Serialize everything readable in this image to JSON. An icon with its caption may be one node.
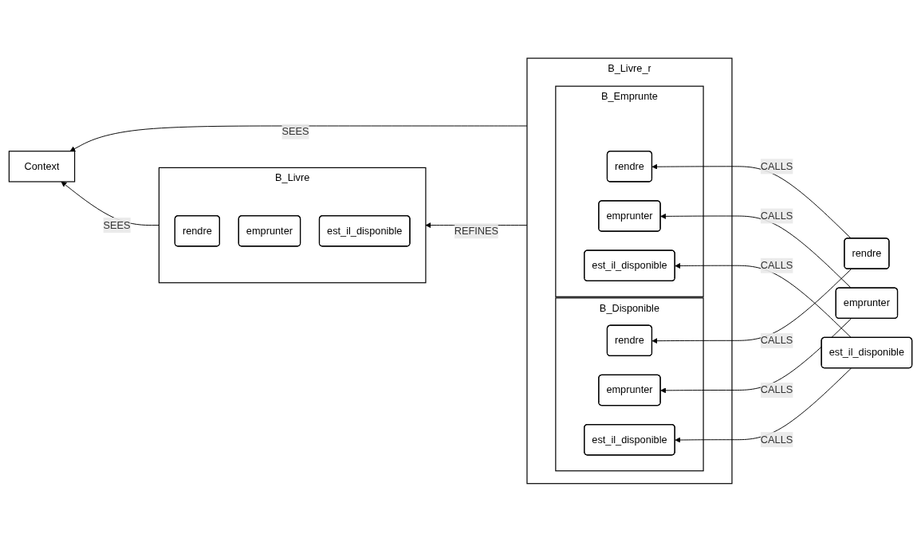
{
  "diagram": {
    "nodes": [
      {
        "text": [
          "Context"
        ]
      },
      {
        "text": [
          "B_Livre_r"
        ]
      },
      {
        "text": [
          "B_Disponible"
        ],
        "in": 1
      },
      {
        "text": [
          "rendre"
        ],
        "in": 2
      },
      {
        "text": [
          "emprunter"
        ],
        "in": 2
      },
      {
        "text": [
          "est_il_disponible"
        ],
        "in": 2
      },
      {
        "text": [
          "B_Emprunte"
        ],
        "in": 1
      },
      {
        "text": [
          "rendre"
        ],
        "in": 6
      },
      {
        "text": [
          "emprunter"
        ],
        "in": 6
      },
      {
        "text": [
          "est_il_disponible"
        ],
        "in": 6
      },
      {
        "text": [
          "rendre"
        ]
      },
      {
        "text": [
          "emprunter"
        ]
      },
      {
        "text": [
          "est_il_disponible"
        ]
      },
      {
        "text": [
          "B_Livre"
        ]
      },
      {
        "text": [
          "rendre"
        ],
        "in": 13
      },
      {
        "text": [
          "emprunter"
        ],
        "in": 13
      },
      {
        "text": [
          "est_il_disponible"
        ],
        "in": 13
      }
    ],
    "edges": [
      {
        "from": 1,
        "to": 0,
        "arrow": "to",
        "label": "SEES"
      },
      {
        "from": 13,
        "to": 0,
        "arrow": "to",
        "label": "SEES"
      },
      {
        "from": 1,
        "to": 13,
        "arrow": "to",
        "label": "REFINES"
      },
      {
        "from": 10,
        "to": 3,
        "arrow": "to",
        "label": "CALLS"
      },
      {
        "from": 11,
        "to": 4,
        "arrow": "to",
        "label": "CALLS"
      },
      {
        "from": 12,
        "to": 5,
        "arrow": "to",
        "label": "CALLS"
      },
      {
        "from": 10,
        "to": 7,
        "arrow": "to",
        "label": "CALLS"
      },
      {
        "from": 11,
        "to": 8,
        "arrow": "to",
        "label": "CALLS"
      },
      {
        "from": 12,
        "to": 9,
        "arrow": "to",
        "label": "CALLS"
      }
    ]
  }
}
